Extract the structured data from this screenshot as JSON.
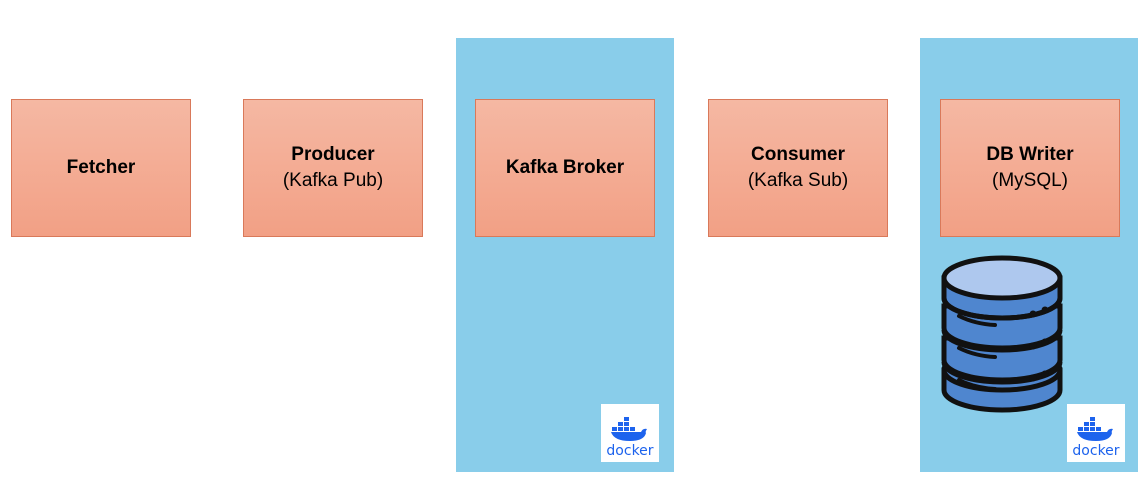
{
  "nodes": {
    "fetcher": {
      "title": "Fetcher"
    },
    "producer": {
      "title": "Producer",
      "subtitle": "(Kafka Pub)"
    },
    "kafka_broker": {
      "title": "Kafka Broker"
    },
    "consumer": {
      "title": "Consumer",
      "subtitle": "(Kafka Sub)"
    },
    "db_writer": {
      "title": "DB Writer",
      "subtitle": "(MySQL)"
    }
  },
  "docker_logos": {
    "kafka": {
      "label": "docker"
    },
    "db": {
      "label": "docker"
    }
  },
  "icons": {
    "database": "database-icon",
    "docker": "docker-whale-icon"
  },
  "colors": {
    "band": "#89cdea",
    "node_fill_top": "#f5b8a3",
    "node_fill_bottom": "#f2a085",
    "node_border": "#d9795a",
    "docker_blue": "#1d63ed",
    "db_fill": "#4f86cf",
    "db_top": "#aec8ee"
  }
}
